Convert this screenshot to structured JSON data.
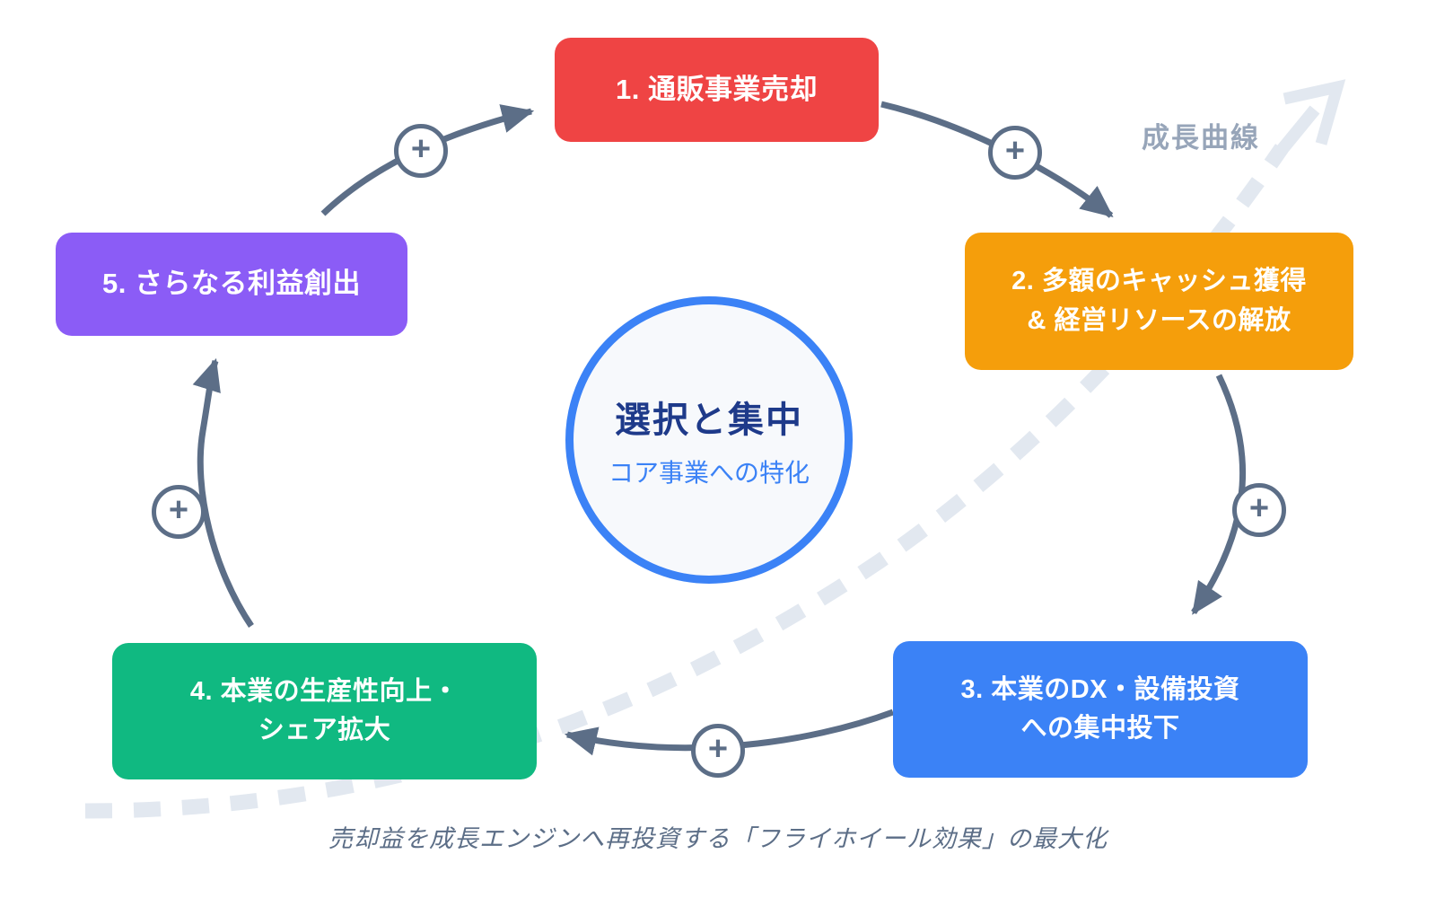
{
  "diagram": {
    "center": {
      "title": "選択と集中",
      "subtitle": "コア事業への特化"
    },
    "steps": [
      {
        "id": 1,
        "lines": [
          "1. 通販事業売却"
        ],
        "color": "#EF4444"
      },
      {
        "id": 2,
        "lines": [
          "2. 多額のキャッシュ獲得",
          "& 経営リソースの解放"
        ],
        "color": "#F59E0B"
      },
      {
        "id": 3,
        "lines": [
          "3. 本業のDX・設備投資",
          "への集中投下"
        ],
        "color": "#3B82F6"
      },
      {
        "id": 4,
        "lines": [
          "4. 本業の生産性向上・",
          "シェア拡大"
        ],
        "color": "#10B981"
      },
      {
        "id": 5,
        "lines": [
          "5. さらなる利益創出"
        ],
        "color": "#8B5CF6"
      }
    ],
    "plus_symbol": "+",
    "growth_label": "成長曲線",
    "caption": "売却益を成長エンジンへ再投資する「フライホイール効果」の最大化",
    "colors": {
      "arrow": "#5C6E87",
      "growth_dash": "#E2E8F0",
      "growth_label": "#97A5B9",
      "center_border": "#3B82F6",
      "center_title": "#1E3A8A",
      "center_subtitle": "#3B82F6",
      "caption": "#5C6E87",
      "plus_badge_border": "#5C6E87"
    }
  }
}
